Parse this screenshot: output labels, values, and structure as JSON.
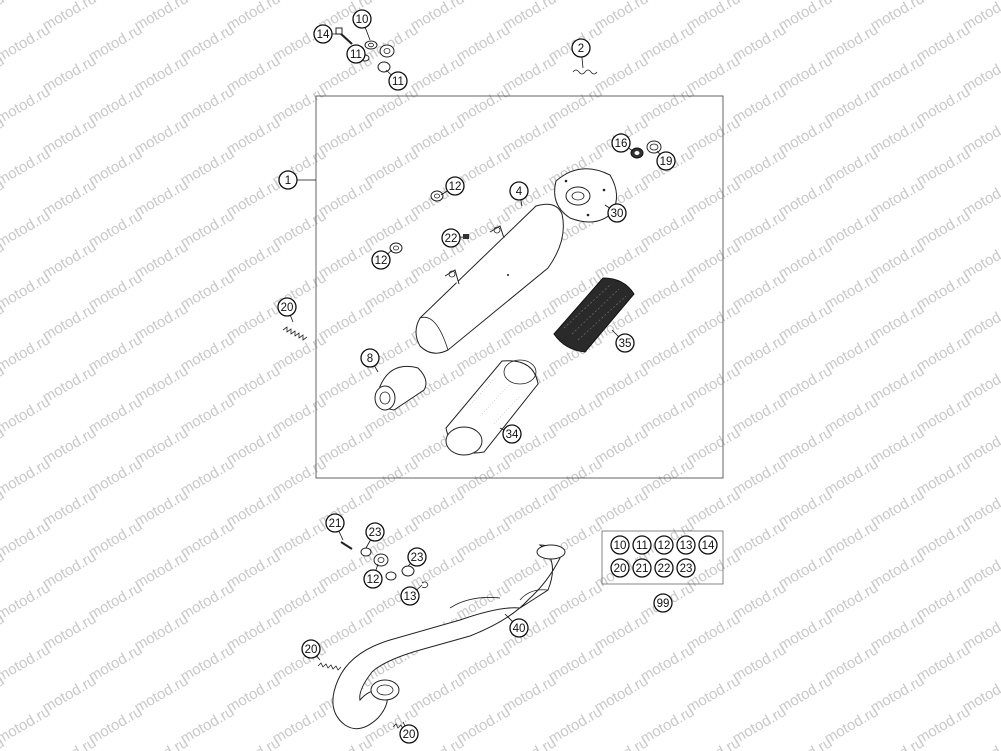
{
  "watermark": {
    "text": "motod.ru"
  },
  "callouts": {
    "c14": "14",
    "c10": "10",
    "c11a": "11",
    "c11b": "11",
    "c2": "2",
    "c1": "1",
    "c16": "16",
    "c19": "19",
    "c12a": "12",
    "c4": "4",
    "c30": "30",
    "c22": "22",
    "c12b": "12",
    "c20a": "20",
    "c35": "35",
    "c8": "8",
    "c34": "34",
    "c21": "21",
    "c23a": "23",
    "c23b": "23",
    "c12c": "12",
    "c13": "13",
    "c40": "40",
    "c20b": "20",
    "c20c": "20",
    "c99": "99"
  },
  "kit_box": {
    "row1": [
      "10",
      "11",
      "12",
      "13",
      "14"
    ],
    "row2": [
      "20",
      "21",
      "22",
      "23"
    ]
  }
}
